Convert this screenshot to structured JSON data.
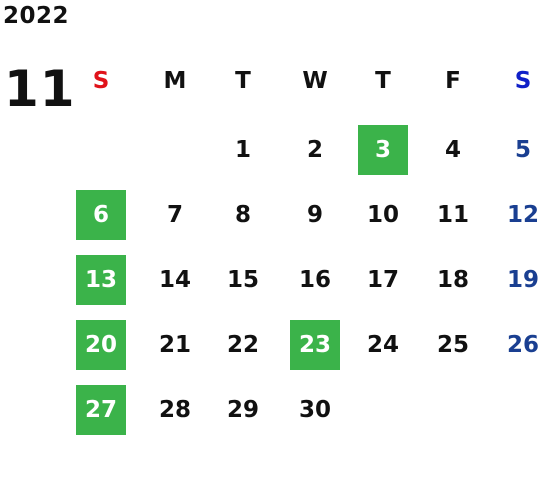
{
  "calendar": {
    "year": "2022",
    "month": "11",
    "weekdays": [
      "S",
      "M",
      "T",
      "W",
      "T",
      "F",
      "S"
    ],
    "colors": {
      "sunday_header": "#e0121a",
      "saturday_header": "#1020c8",
      "saturday_days": "#1a3f91",
      "highlight": "#3bb34a",
      "text": "#111111"
    },
    "weeks": [
      [
        {
          "label": "",
          "highlight": false
        },
        {
          "label": "",
          "highlight": false
        },
        {
          "label": "1",
          "highlight": false
        },
        {
          "label": "2",
          "highlight": false
        },
        {
          "label": "3",
          "highlight": true
        },
        {
          "label": "4",
          "highlight": false
        },
        {
          "label": "5",
          "highlight": false
        }
      ],
      [
        {
          "label": "6",
          "highlight": true
        },
        {
          "label": "7",
          "highlight": false
        },
        {
          "label": "8",
          "highlight": false
        },
        {
          "label": "9",
          "highlight": false
        },
        {
          "label": "10",
          "highlight": false
        },
        {
          "label": "11",
          "highlight": false
        },
        {
          "label": "12",
          "highlight": false
        }
      ],
      [
        {
          "label": "13",
          "highlight": true
        },
        {
          "label": "14",
          "highlight": false
        },
        {
          "label": "15",
          "highlight": false
        },
        {
          "label": "16",
          "highlight": false
        },
        {
          "label": "17",
          "highlight": false
        },
        {
          "label": "18",
          "highlight": false
        },
        {
          "label": "19",
          "highlight": false
        }
      ],
      [
        {
          "label": "20",
          "highlight": true
        },
        {
          "label": "21",
          "highlight": false
        },
        {
          "label": "22",
          "highlight": false
        },
        {
          "label": "23",
          "highlight": true
        },
        {
          "label": "24",
          "highlight": false
        },
        {
          "label": "25",
          "highlight": false
        },
        {
          "label": "26",
          "highlight": false
        }
      ],
      [
        {
          "label": "27",
          "highlight": true
        },
        {
          "label": "28",
          "highlight": false
        },
        {
          "label": "29",
          "highlight": false
        },
        {
          "label": "30",
          "highlight": false
        },
        {
          "label": "",
          "highlight": false
        },
        {
          "label": "",
          "highlight": false
        },
        {
          "label": "",
          "highlight": false
        }
      ]
    ]
  }
}
